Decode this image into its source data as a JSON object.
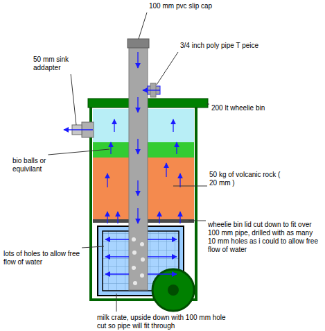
{
  "diagram": {
    "labels": [
      "100 mm pvc slip cap",
      "3/4 inch poly pipe T peice",
      "50 mm sink addapter",
      "200 lt wheelie bin",
      "bio balls or equivilant",
      "50 kg of volcanic rock ( 20 mm )",
      "lots of holes to allow free flow of water",
      "wheelie bin lid cut down to fit over 100 mm pipe, drilled with as many 10 mm holes as i could to allow free flow of water",
      "milk crate, upside down with 100 mm hole cut so pipe will fit through"
    ]
  }
}
